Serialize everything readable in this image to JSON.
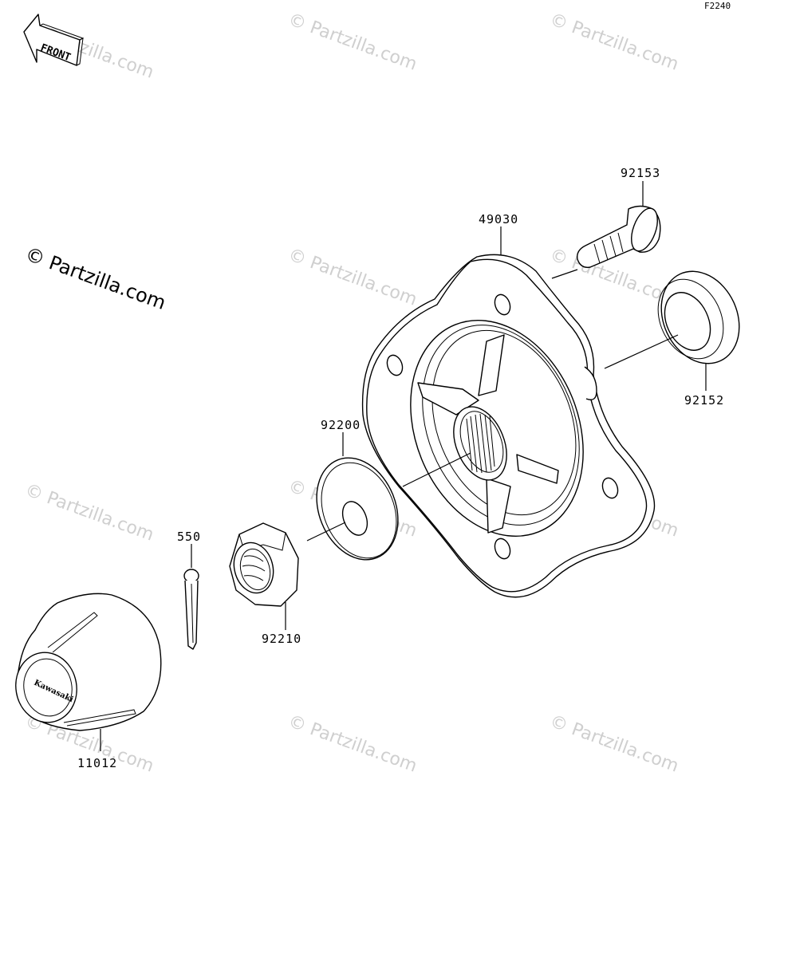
{
  "diagram_code": "F2240",
  "front_label": "FRONT",
  "brand_watermark": "© Partzilla.com",
  "cap_logo": "Kawasaki",
  "parts": {
    "stud": "92153",
    "hub": "49030",
    "seal": "92152",
    "washer": "92200",
    "cotter_pin": "550",
    "nut": "92210",
    "cap": "11012"
  }
}
